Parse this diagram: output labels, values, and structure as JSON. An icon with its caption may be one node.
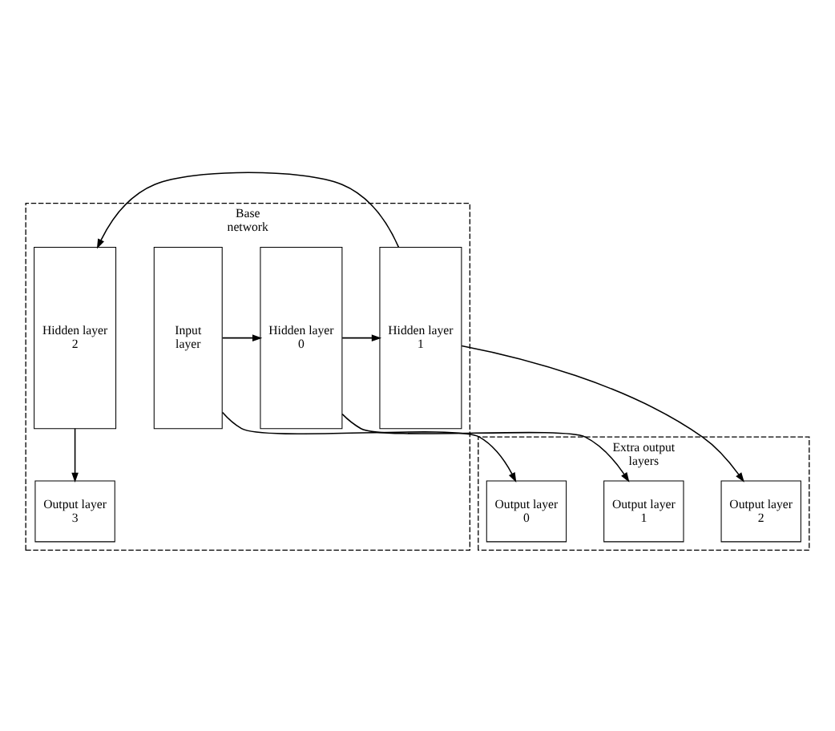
{
  "diagram": {
    "nodes": [
      {
        "text": [
          "Base network"
        ]
      },
      {
        "text": [
          "Input layer"
        ],
        "in": 0
      },
      {
        "text": [
          "Hidden layer 0"
        ],
        "in": 0
      },
      {
        "text": [
          "Hidden layer 1"
        ],
        "in": 0
      },
      {
        "text": [
          "Hidden layer 2"
        ],
        "in": 0
      },
      {
        "text": [
          "Extra output layers"
        ]
      },
      {
        "text": [
          "Output layer 0"
        ],
        "in": 5
      },
      {
        "text": [
          "Output layer 1"
        ],
        "in": 5
      },
      {
        "text": [
          "Output layer 2"
        ],
        "in": 5
      },
      {
        "text": [
          "Output layer 3"
        ],
        "in": 0
      }
    ],
    "edges": [
      {
        "from": 1,
        "to": 2,
        "arrow": "to"
      },
      {
        "from": 2,
        "to": 3,
        "arrow": "to"
      },
      {
        "from": 3,
        "to": 4,
        "arrow": "to"
      },
      {
        "from": 1,
        "to": 6,
        "arrow": "to"
      },
      {
        "from": 2,
        "to": 7,
        "arrow": "to"
      },
      {
        "from": 3,
        "to": 8,
        "arrow": "to"
      },
      {
        "from": 4,
        "to": 9,
        "arrow": "to"
      }
    ]
  }
}
